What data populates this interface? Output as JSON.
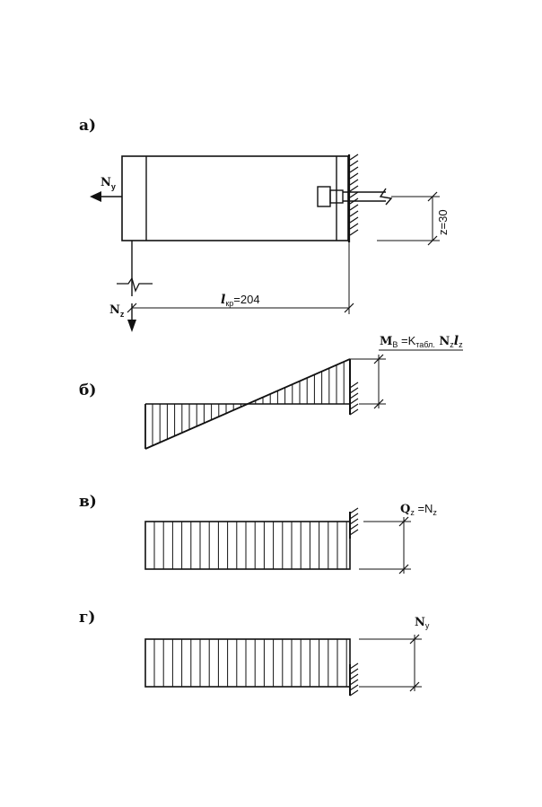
{
  "panels": {
    "a": {
      "label": "а)",
      "force_y": "N",
      "force_y_sub": "y",
      "force_z": "N",
      "force_z_sub": "z",
      "length_l": "l",
      "length_sub": "кр",
      "length_value": "=204",
      "offset": "z=30"
    },
    "b": {
      "label": "б)",
      "moment_m": "M",
      "moment_sub": "В",
      "moment_eq": " =K",
      "moment_k_sub": "табл.",
      "moment_n": " N",
      "moment_n_sub": "z",
      "moment_l": "l",
      "moment_l_sub": "z"
    },
    "c": {
      "label": "в)",
      "shear_q": "Q",
      "shear_q_sub": "z",
      "shear_eq": " =N",
      "shear_eq_sub": "z"
    },
    "d": {
      "label": "г)",
      "axial_n": "N",
      "axial_sub": "y"
    }
  }
}
